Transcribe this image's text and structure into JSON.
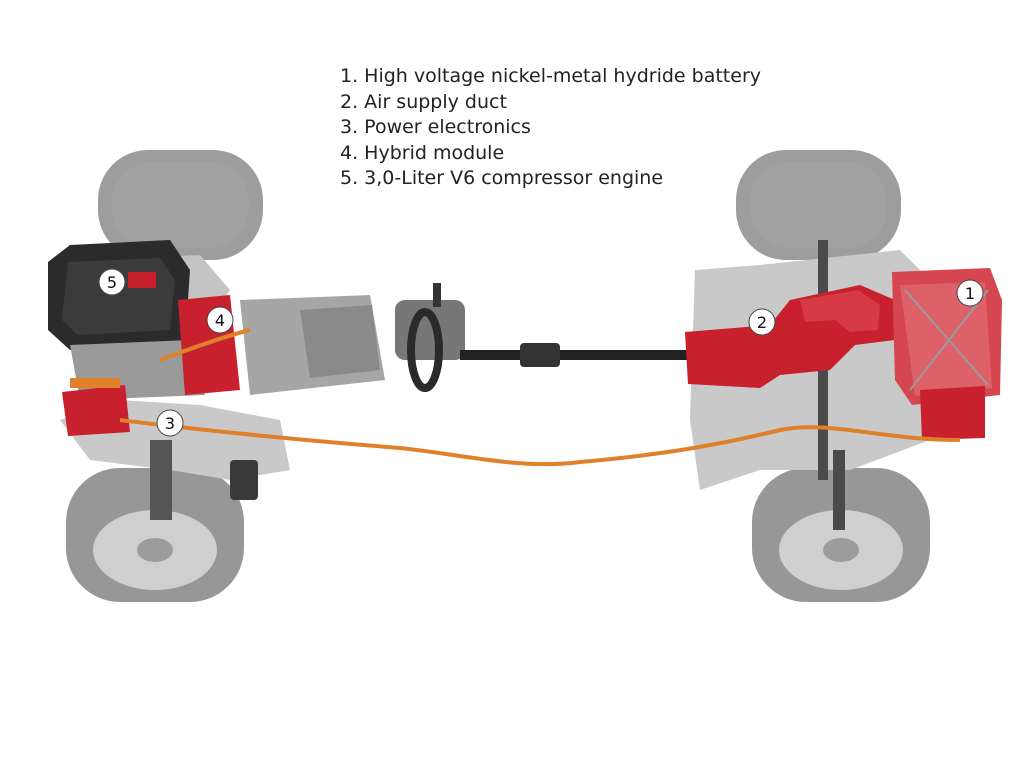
{
  "legend": [
    {
      "number": "1",
      "text": "1. High voltage nickel-metal hydride battery"
    },
    {
      "number": "2",
      "text": "2. Air supply duct"
    },
    {
      "number": "3",
      "text": "3. Power electronics"
    },
    {
      "number": "4",
      "text": "4. Hybrid module"
    },
    {
      "number": "5",
      "text": "5. 3,0-Liter V6 compressor engine"
    }
  ],
  "callouts": [
    "1",
    "2",
    "3",
    "4",
    "5"
  ],
  "colors": {
    "highlight_red": "#c8202c",
    "cable_orange": "#e0802a",
    "tyre_grey": "#8c8c8c",
    "chassis_grey": "#b9b9b9",
    "engine_black": "#2b2b2b"
  }
}
